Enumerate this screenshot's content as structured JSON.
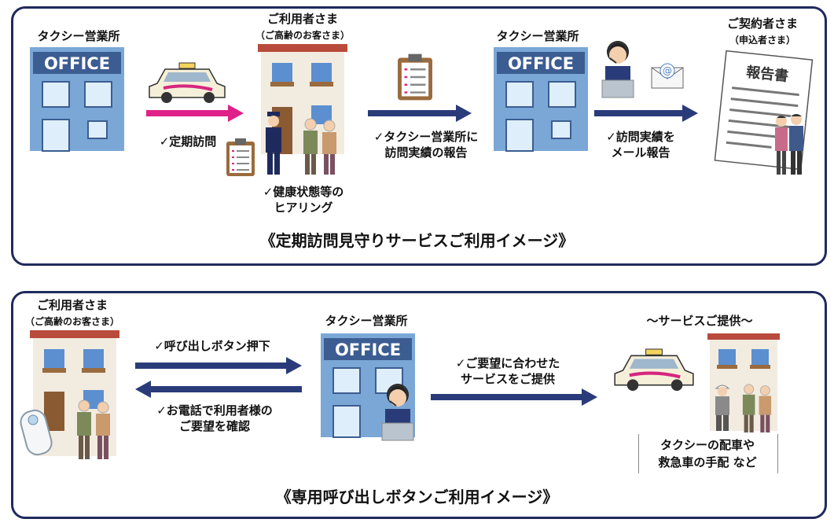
{
  "colors": {
    "border": "#1f2a5c",
    "arrow_navy": "#2a3b7a",
    "arrow_magenta": "#e0218a",
    "office_blue": "#7aa7d6",
    "house_wall": "#f2ebe0",
    "house_roof": "#b84b3b"
  },
  "icons": [
    "office-building-icon",
    "taxi-icon",
    "house-icon",
    "clipboard-icon",
    "staff-icon",
    "elderly-couple-icon",
    "operator-icon",
    "email-icon",
    "report-document-icon",
    "call-button-icon",
    "worker-icon"
  ],
  "top": {
    "office1_label": "タクシー営業所",
    "office_sign": "OFFICE",
    "user_label": "ご利用者さま",
    "user_sub": "（ご高齢のお客さま）",
    "office2_label": "タクシー営業所",
    "contractor_label": "ご契約者さま",
    "contractor_sub": "（申込者さま）",
    "step1": "✓定期訪問",
    "step2_line1": "✓健康状態等の",
    "step2_line2": "ヒアリング",
    "step3_line1": "✓タクシー営業所に",
    "step3_line2": "訪問実績の報告",
    "step4_line1": "✓訪問実績を",
    "step4_line2": "メール報告",
    "report_title": "報告書",
    "caption": "《定期訪問見守りサービスご利用イメージ》"
  },
  "bottom": {
    "user_label": "ご利用者さま",
    "user_sub": "（ご高齢のお客さま）",
    "office_label": "タクシー営業所",
    "office_sign": "OFFICE",
    "service_label": "～サービスご提供～",
    "step1": "✓呼び出しボタン押下",
    "step2_line1": "✓お電話で利用者様の",
    "step2_line2": "ご要望を確認",
    "step3_line1": "✓ご要望に合わせた",
    "step3_line2": "サービスをご提供",
    "note_line1": "タクシーの配車や",
    "note_line2": "救急車の手配 など",
    "caption": "《専用呼び出しボタンご利用イメージ》"
  }
}
